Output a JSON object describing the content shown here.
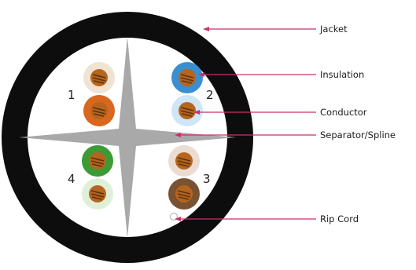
{
  "labels": {
    "jacket": "Jacket",
    "insulation": "Insulation",
    "conductor": "Conductor",
    "separator": "Separator/Spline",
    "rip_cord": "Rip Cord"
  },
  "pair_numbers": [
    "1",
    "2",
    "3",
    "4"
  ],
  "colors": {
    "jacket": "#0d0d0d",
    "leader_line": "#c8326e",
    "separator": "#a9a9a9",
    "background": "#ffffff"
  },
  "wires": [
    {
      "name": "white-orange",
      "insulation": "#f1e3d2",
      "conductor": "#b5651d"
    },
    {
      "name": "orange",
      "insulation": "#d9671e",
      "conductor": "#b5651d"
    },
    {
      "name": "blue",
      "insulation": "#3b8fd1",
      "conductor": "#b5651d"
    },
    {
      "name": "white-blue",
      "insulation": "#cfe6f7",
      "conductor": "#b5651d"
    },
    {
      "name": "white-brown",
      "insulation": "#eadcd2",
      "conductor": "#b5651d"
    },
    {
      "name": "brown",
      "insulation": "#7a5232",
      "conductor": "#b5651d"
    },
    {
      "name": "green",
      "insulation": "#3d9a35",
      "conductor": "#b5651d"
    },
    {
      "name": "white-green",
      "insulation": "#e0f0d8",
      "conductor": "#b5651d"
    }
  ]
}
